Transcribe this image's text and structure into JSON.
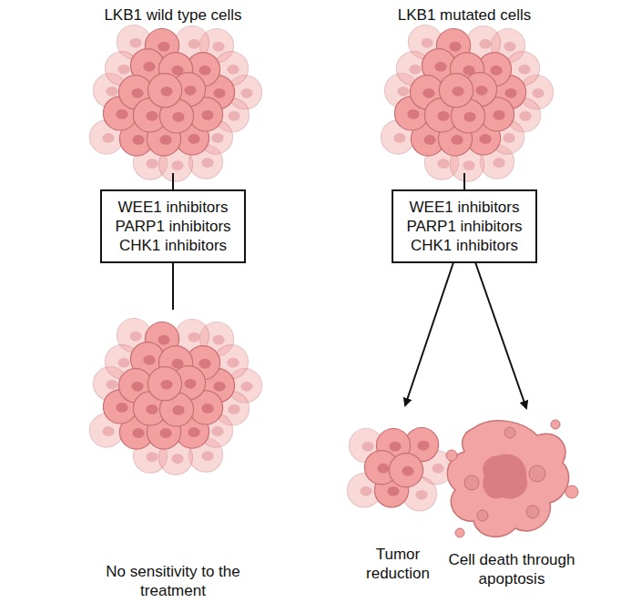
{
  "diagram": {
    "nodes": [
      {
        "text": [
          "WEE1 inhibitors",
          "PARP1 inhibitors",
          "CHK1 inhibitors"
        ]
      },
      {
        "text": [
          "WEE1 inhibitors",
          "PARP1 inhibitors",
          "CHK1 inhibitors"
        ]
      }
    ],
    "labels": [
      "LKB1 wild type cells",
      "LKB1 mutated cells",
      "No sensitivity to the treatment",
      "Tumor reduction",
      "Cell death through apoptosis"
    ]
  }
}
